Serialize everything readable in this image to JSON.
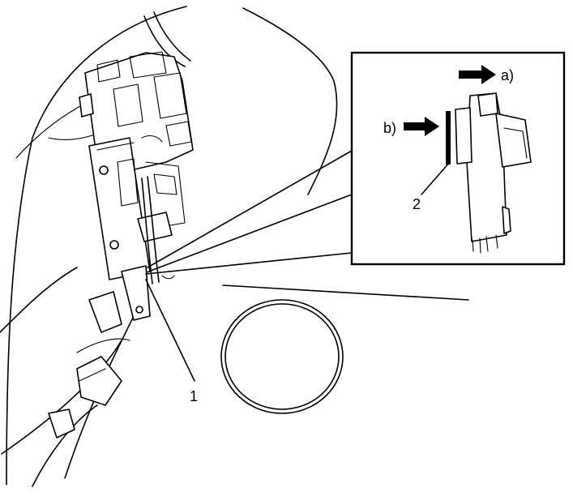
{
  "callouts": {
    "part_1": "1",
    "part_2": "2",
    "direction_a": "a)",
    "direction_b": "b)"
  },
  "icons": {
    "arrow_a": "right-arrow-icon",
    "arrow_b": "right-arrow-icon"
  },
  "colors": {
    "line": "#000000",
    "background": "#ffffff"
  }
}
